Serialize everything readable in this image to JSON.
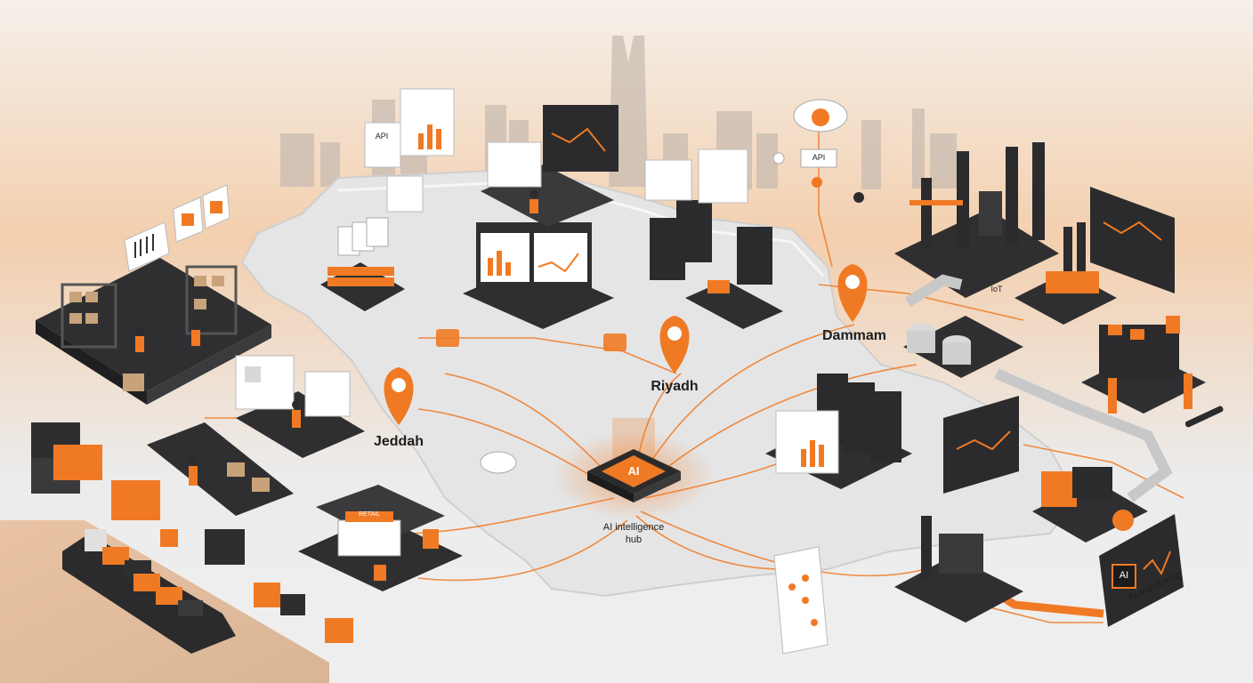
{
  "cities": {
    "jeddah": "Jeddah",
    "riyadh": "Riyadh",
    "dammam": "Dammam"
  },
  "hub": {
    "chip_text": "AI",
    "label_line1": "AI intelligence",
    "label_line2": "hub"
  },
  "labels": {
    "api_top": "API",
    "api_cloud": "API",
    "iot": "IoT",
    "ai_monitoring": "AI monitoring",
    "monitor_badge": "AI",
    "shop_sign": "RETAIL"
  },
  "colors": {
    "accent": "#f07a24",
    "dark": "#2c2c2e",
    "map": "#e7e7e7",
    "sky": "#f3c9a6",
    "background": "#efefef"
  }
}
